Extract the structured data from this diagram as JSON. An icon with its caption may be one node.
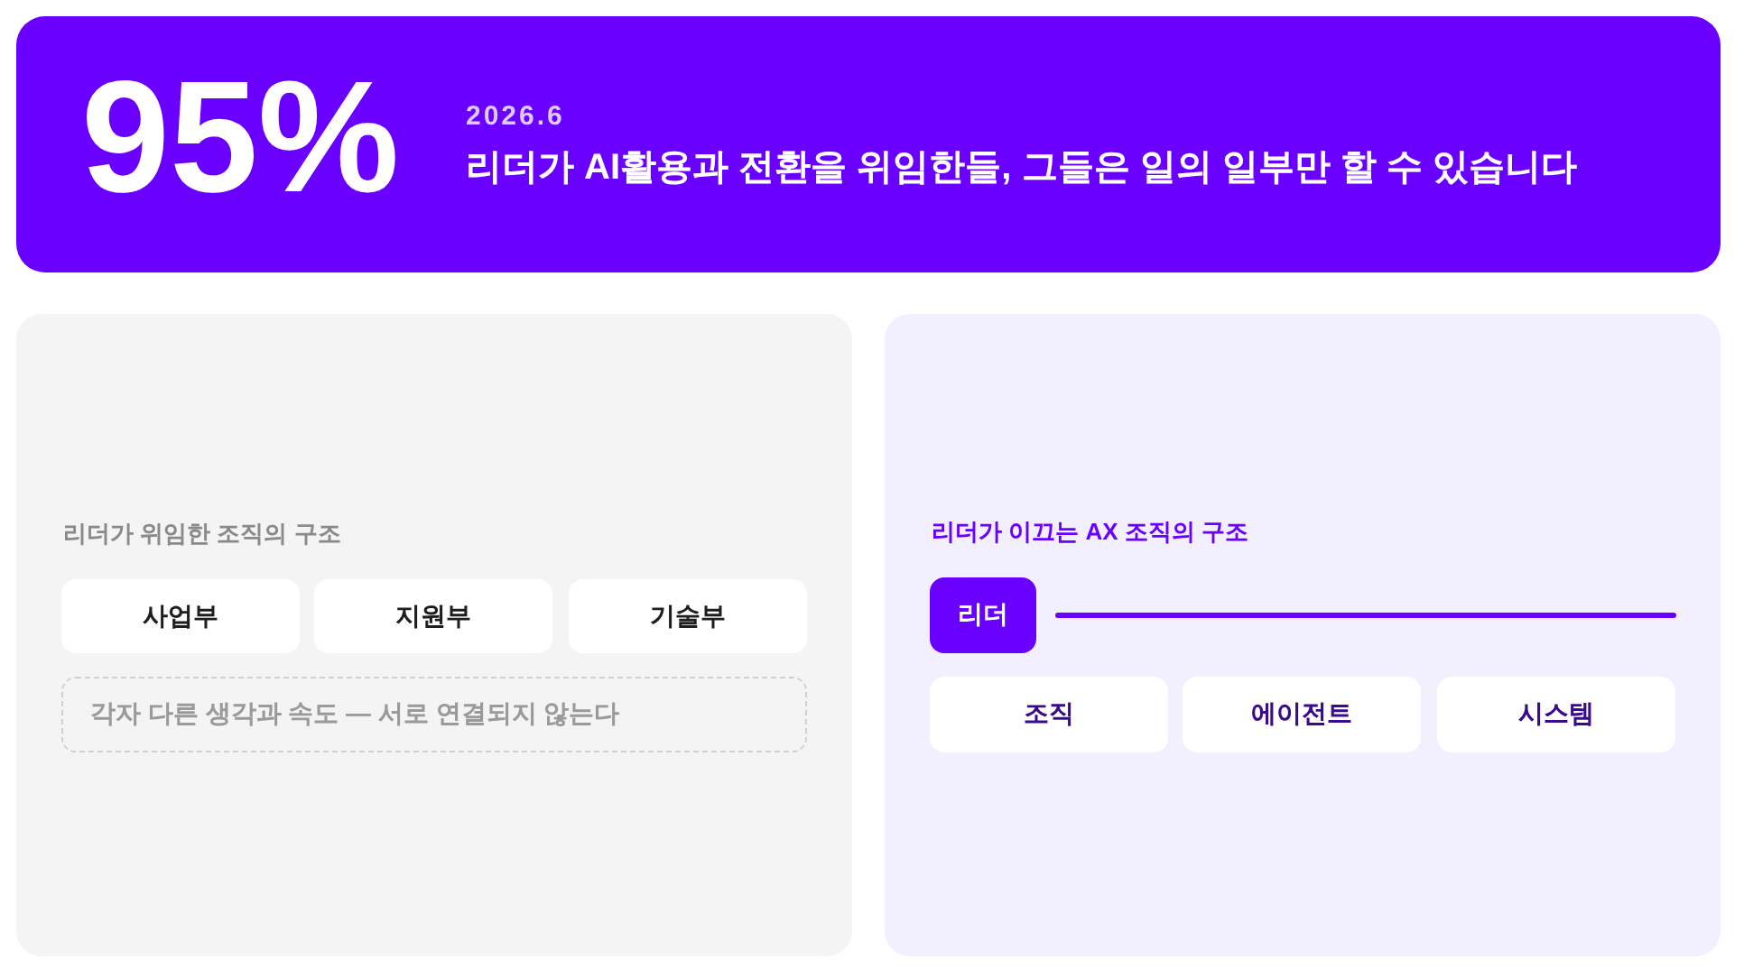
{
  "diagram": {
    "nodes": [
      {
        "text": [
          "95%",
          "2026.6",
          "리더가 AI활용과 전환을 위임한들, 그들은 일의 일부만 할 수 있습니다"
        ]
      },
      {
        "text": [
          "리더가 위임한 조직의 구조"
        ]
      },
      {
        "text": [
          "사업부"
        ],
        "in": 1
      },
      {
        "text": [
          "지원부"
        ],
        "in": 1
      },
      {
        "text": [
          "기술부"
        ],
        "in": 1
      },
      {
        "text": [
          "각자 다른 생각과 속도 — 서로 연결되지 않는다"
        ],
        "in": 1
      },
      {
        "text": [
          "리더가 이끄는 AX 조직의 구조"
        ]
      },
      {
        "text": [
          "리더"
        ],
        "in": 6
      },
      {
        "text": [
          "조직"
        ],
        "in": 6
      },
      {
        "text": [
          "에이전트"
        ],
        "in": 6
      },
      {
        "text": [
          "시스템"
        ],
        "in": 6
      }
    ]
  }
}
